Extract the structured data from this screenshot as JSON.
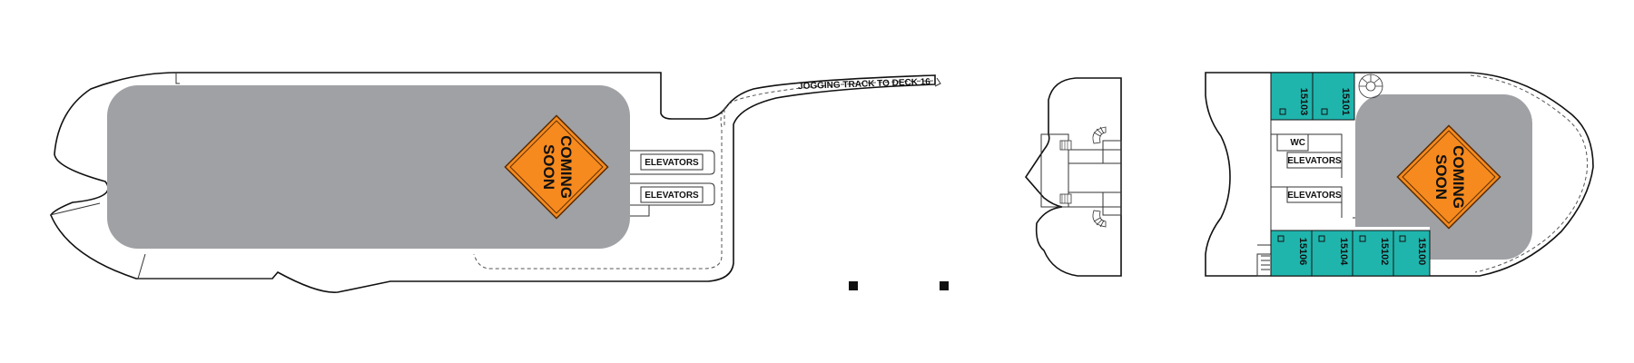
{
  "labels": {
    "jogging_track": "JOGGING TRACK TO DECK 16",
    "elevators": "ELEVATORS",
    "wc": "WC",
    "coming_soon_line1": "COMING",
    "coming_soon_line2": "SOON"
  },
  "cabins": {
    "aft_top": [
      "15103",
      "15101"
    ],
    "aft_bottom": [
      "15106",
      "15104",
      "15102",
      "15100"
    ]
  },
  "colors": {
    "cabin_fill": "#1fb5ad",
    "area_gray": "#a0a1a5",
    "sign_orange": "#f68a1e",
    "outline": "#111111"
  },
  "icons": [
    "coming-soon-sign-icon",
    "stair-icon",
    "spiral-stair-icon"
  ]
}
